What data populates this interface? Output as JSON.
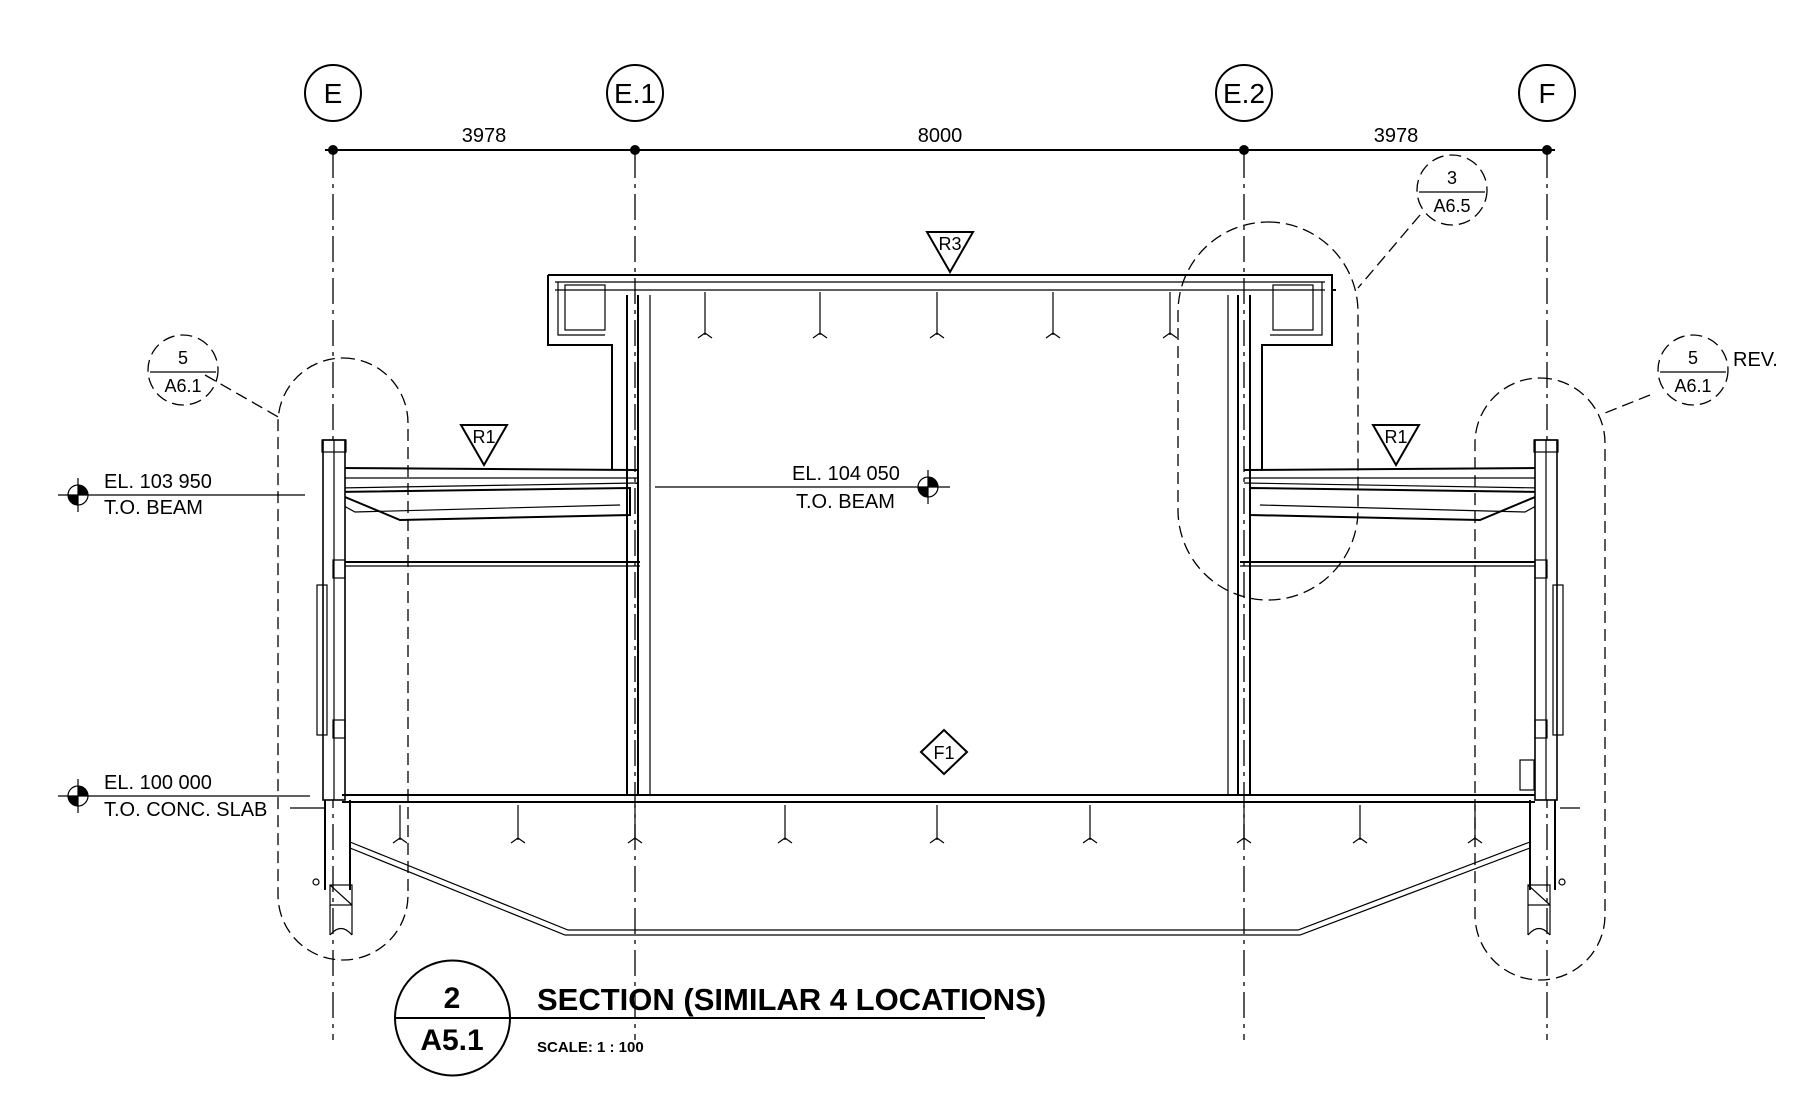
{
  "grid_lines": [
    {
      "label": "E"
    },
    {
      "label": "E.1"
    },
    {
      "label": "E.2"
    },
    {
      "label": "F"
    }
  ],
  "dimensions": [
    "3978",
    "8000",
    "3978"
  ],
  "roof_tags": {
    "center": "R3",
    "left": "R1",
    "right": "R1"
  },
  "floor_tag": "F1",
  "elevations": {
    "beam_left": {
      "el": "EL. 103 950",
      "desc": "T.O. BEAM"
    },
    "beam_center": {
      "el": "EL. 104 050",
      "desc": "T.O. BEAM"
    },
    "slab": {
      "el": "EL. 100 000",
      "desc": "T.O. CONC. SLAB"
    }
  },
  "detail_refs": {
    "left": {
      "num": "5",
      "sheet": "A6.1"
    },
    "top_right": {
      "num": "3",
      "sheet": "A6.5"
    },
    "right": {
      "num": "5",
      "sheet": "A6.1",
      "note": "REV."
    }
  },
  "title_block": {
    "number": "2",
    "sheet": "A5.1",
    "title": "SECTION (SIMILAR 4 LOCATIONS)",
    "scale": "SCALE: 1 : 100"
  }
}
